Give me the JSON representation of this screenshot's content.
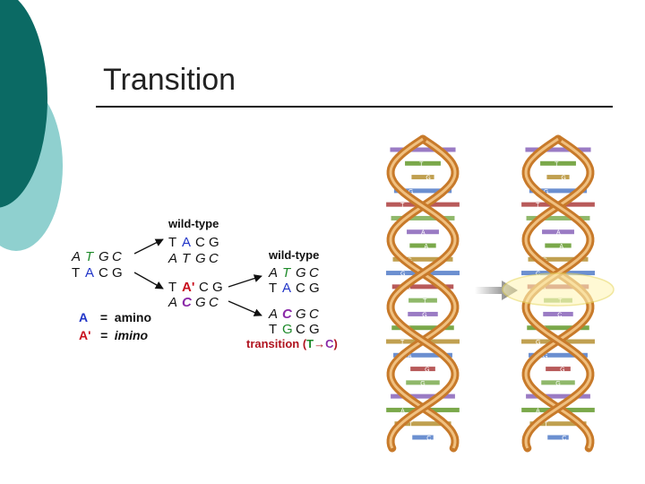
{
  "slide": {
    "title": "Transition",
    "colors": {
      "teal_dark": "#0b6a64",
      "teal_light": "#8fd0cf",
      "rule": "#111111"
    }
  },
  "diagram": {
    "colors": {
      "blue": "#2034c8",
      "red": "#c8101e",
      "purple": "#8a2aa8",
      "green": "#1e8a2a",
      "black": "#111111"
    },
    "original": {
      "top": [
        "A",
        "T",
        "G",
        "C"
      ],
      "bottom": [
        "T",
        "A",
        "C",
        "G"
      ]
    },
    "wildtype_header": "wild-type",
    "strand1": {
      "top": [
        "T",
        "A",
        "C",
        "G"
      ],
      "bottom": [
        "A",
        "T",
        "G",
        "C"
      ]
    },
    "strand2": {
      "top": [
        "T",
        "A'",
        "C",
        "G"
      ],
      "bottom": [
        "A",
        "C",
        "G",
        "C"
      ]
    },
    "wildtype2_header": "wild-type",
    "strand3": {
      "top": [
        "A",
        "T",
        "G",
        "C"
      ],
      "bottom": [
        "T",
        "A",
        "C",
        "G"
      ]
    },
    "strand4": {
      "top": [
        "A",
        "C",
        "G",
        "C"
      ],
      "bottom": [
        "T",
        "G",
        "C",
        "G"
      ]
    },
    "result": {
      "prefix": "transition (",
      "from": "T",
      "arrow": "→",
      "to": "C",
      "suffix": ")"
    },
    "legend": [
      {
        "symbol": "A",
        "eq": "=",
        "meaning": "amino"
      },
      {
        "symbol": "A'",
        "eq": "=",
        "meaning": "imino"
      }
    ]
  },
  "helix_images": {
    "left_labels": [
      "A",
      "T",
      "G",
      "G",
      "T",
      "A",
      "A",
      "A",
      "G",
      "G",
      "A",
      "T",
      "G",
      "C",
      "T",
      "A",
      "G",
      "G",
      "A",
      "A",
      "T",
      "C",
      "C",
      "G",
      "T",
      "A"
    ],
    "right_labels": [
      "A",
      "T",
      "G",
      "G",
      "T",
      "A",
      "A",
      "A",
      "G",
      "C",
      "A",
      "T",
      "C",
      "C",
      "G",
      "G",
      "G",
      "G",
      "A",
      "A",
      "T",
      "C",
      "C",
      "G",
      "T",
      "A"
    ]
  }
}
